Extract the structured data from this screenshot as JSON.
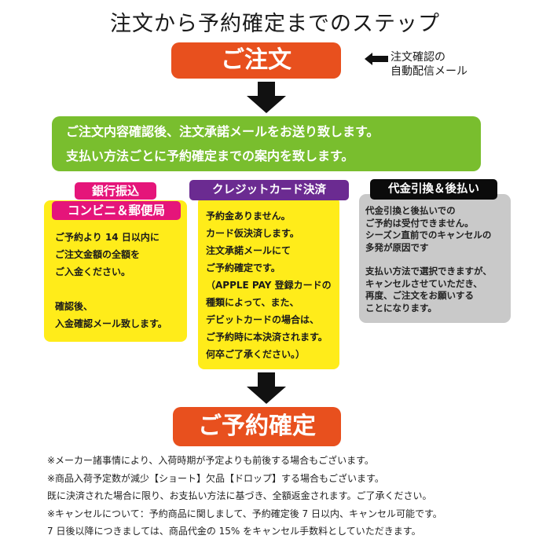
{
  "title": "注文から予約確定までのステップ",
  "order_label": "ご注文",
  "side_note": [
    "注文確認の",
    "自動配信メール"
  ],
  "green_box": [
    "ご注文内容確認後、注文承諾メールをお送り致します。",
    "支払い方法ごとに予約確定までの案内を致します。"
  ],
  "bank": {
    "label1": "銀行振込",
    "label2": "コンビニ＆郵便局",
    "lines": [
      "ご予約より 14 日以内に",
      "ご注文金額の全額を",
      "ご入金ください。",
      "",
      "確認後、",
      "入金確認メール致します。"
    ]
  },
  "card": {
    "label": "クレジットカード決済",
    "lines": [
      "予約金ありません。",
      "カード仮決済します。",
      "注文承諾メールにて",
      "ご予約確定です。",
      "（APPLE PAY 登録カードの",
      "種類によって、また、",
      "デビットカードの場合は、",
      "ご予約時に本決済されます。",
      "何卒ご了承ください。）"
    ]
  },
  "cod": {
    "label": "代金引換＆後払い",
    "lines": [
      "代金引換と後払いでの",
      "ご予約は受付できません。",
      "シーズン直前でのキャンセルの",
      "多発が原因です",
      "",
      "支払い方法で選択できますが、",
      "キャンセルさせていただき、",
      "再度、ご注文をお願いする",
      "ことになります。"
    ]
  },
  "confirm_label": "ご予約確定",
  "notes": [
    "※メーカー諸事情により、入荷時期が予定よりも前後する場合もございます。",
    "※商品入荷予定数が減少【ショート】欠品【ドロップ】する場合もございます。",
    "既に決済された場合に限り、お支払い方法に基づき、全額返金されます。ご了承ください。",
    "※キャンセルについて：予約商品に関しまして、予約確定後 7 日以内、キャンセル可能です。",
    "7 日後以降につきましては、商品代金の 15% をキャンセル手数料としていただきます。"
  ],
  "colors": {
    "orange": "#e8501e",
    "green": "#79be2e",
    "yellow": "#ffec1a",
    "gray": "#c9c9c9",
    "pink": "#e5157a",
    "purple": "#6b2b91",
    "black": "#0b0b0b"
  },
  "icons": [
    "arrow-left-icon",
    "arrow-down-icon"
  ]
}
